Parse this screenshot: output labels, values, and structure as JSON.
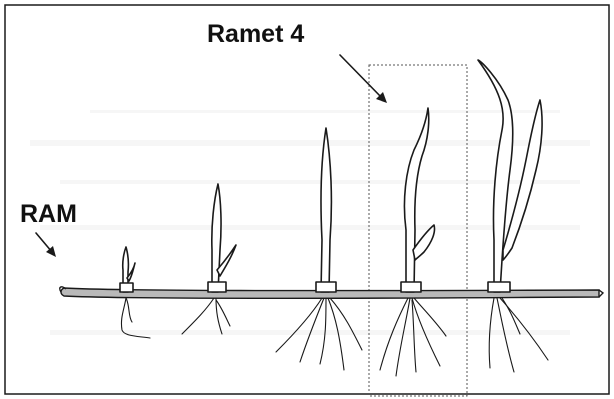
{
  "labels": {
    "ram": "RAM",
    "ramet": "Ramet 4"
  },
  "colors": {
    "ink": "#1a1a1a",
    "rhizome_fill": "#b9b9b9",
    "background": "#ffffff",
    "box_stroke": "#555555"
  },
  "rhizome": {
    "ramet_count": 5,
    "highlighted_ramet": 4
  }
}
